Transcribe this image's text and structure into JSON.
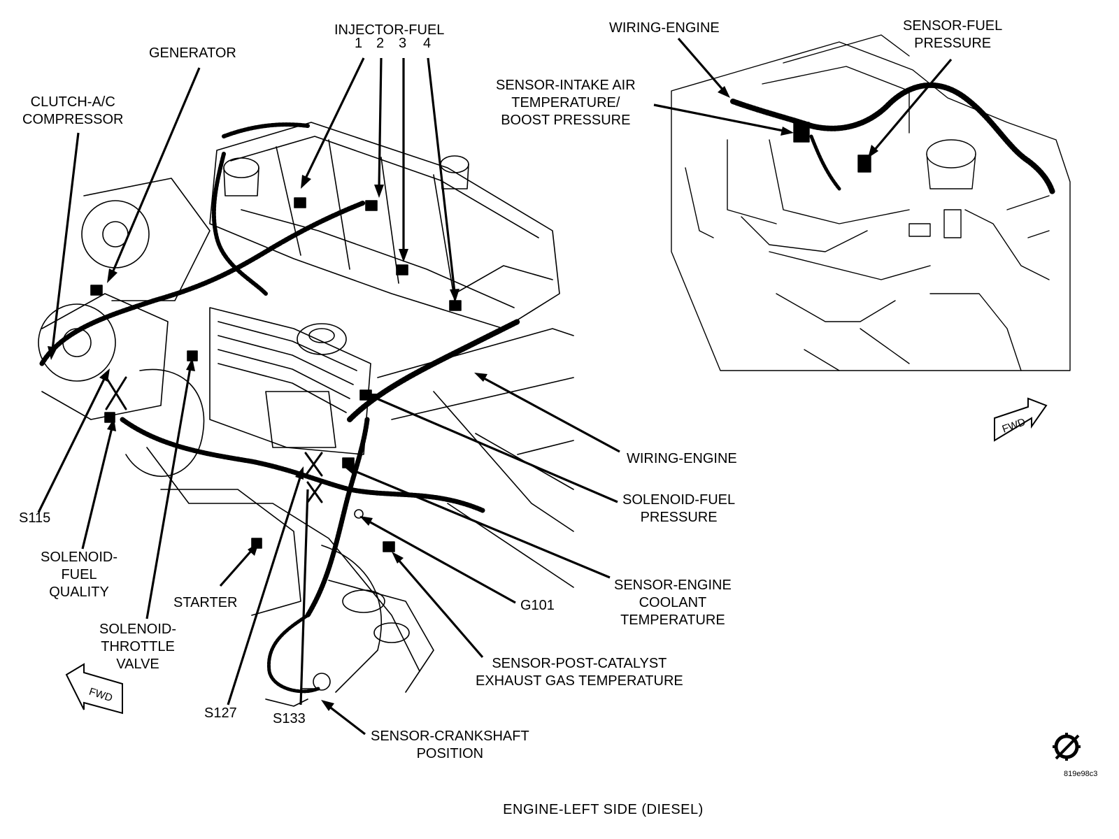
{
  "figure_title": "ENGINE-LEFT SIDE (DIESEL)",
  "image_code": "819e98c3",
  "fwd_label": "FWD",
  "injector_title": "INJECTOR-FUEL",
  "injector_numbers": [
    "1",
    "2",
    "3",
    "4"
  ],
  "labels": {
    "generator": "GENERATOR",
    "clutch_ac": "CLUTCH-A/C\nCOMPRESSOR",
    "s115": "S115",
    "solenoid_fuel_quality": "SOLENOID-\nFUEL\nQUALITY",
    "starter": "STARTER",
    "solenoid_throttle_valve": "SOLENOID-\nTHROTTLE\nVALVE",
    "s127": "S127",
    "s133": "S133",
    "sensor_crankshaft": "SENSOR-CRANKSHAFT\nPOSITION",
    "sensor_post_catalyst": "SENSOR-POST-CATALYST\nEXHAUST GAS TEMPERATURE",
    "g101": "G101",
    "sensor_coolant": "SENSOR-ENGINE\nCOOLANT\nTEMPERATURE",
    "solenoid_fuel_pressure": "SOLENOID-FUEL\nPRESSURE",
    "wiring_engine_main": "WIRING-ENGINE",
    "wiring_engine_inset": "WIRING-ENGINE",
    "sensor_fuel_pressure": "SENSOR-FUEL\nPRESSURE",
    "sensor_intake_air": "SENSOR-INTAKE AIR\nTEMPERATURE/\nBOOST PRESSURE"
  }
}
